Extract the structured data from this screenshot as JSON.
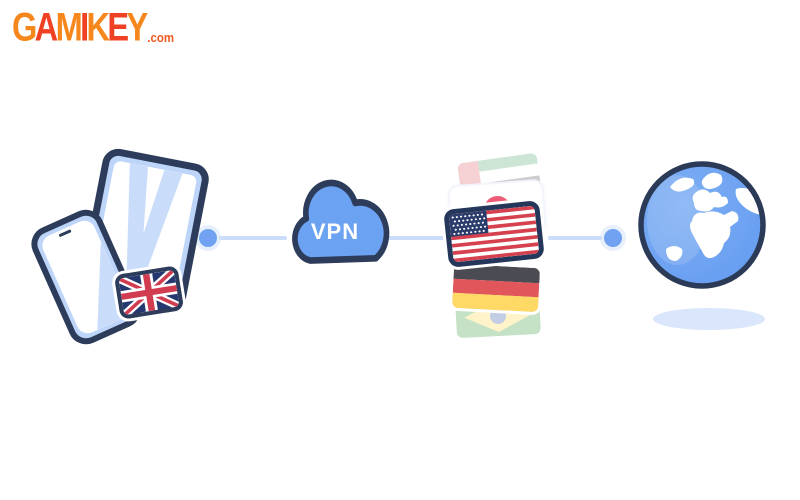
{
  "brand": {
    "name": "GAMIKEY",
    "letters": [
      "G",
      "A",
      "M",
      "I",
      "K",
      "E",
      "Y"
    ],
    "suffix": ".com",
    "colors": {
      "orange": "#F6871D",
      "red": "#EF4123"
    }
  },
  "illustration": {
    "cloud_label": "VPN",
    "flow": [
      "devices",
      "vpn-cloud",
      "server-flags",
      "globe"
    ],
    "icons": [
      {
        "name": "tablet-device-icon"
      },
      {
        "name": "phone-device-icon"
      },
      {
        "name": "flag-united-kingdom-icon"
      },
      {
        "name": "vpn-cloud-icon"
      },
      {
        "name": "flag-uae-icon"
      },
      {
        "name": "flag-japan-icon"
      },
      {
        "name": "flag-usa-icon"
      },
      {
        "name": "flag-germany-icon"
      },
      {
        "name": "flag-brazil-icon"
      },
      {
        "name": "globe-icon"
      }
    ],
    "colors": {
      "outline": "#2D3C5B",
      "connector_line": "#CBDDF9",
      "connector_dot": "#70A2F1",
      "cloud_fill": "#6CA2F2",
      "device_fill": "#BDD5F9",
      "screen_accent": "#C9DDFB",
      "globe_ocean": "#6A9FF1",
      "globe_land": "#FFFFFF",
      "ground_shadow": "#D9E6FC"
    }
  }
}
